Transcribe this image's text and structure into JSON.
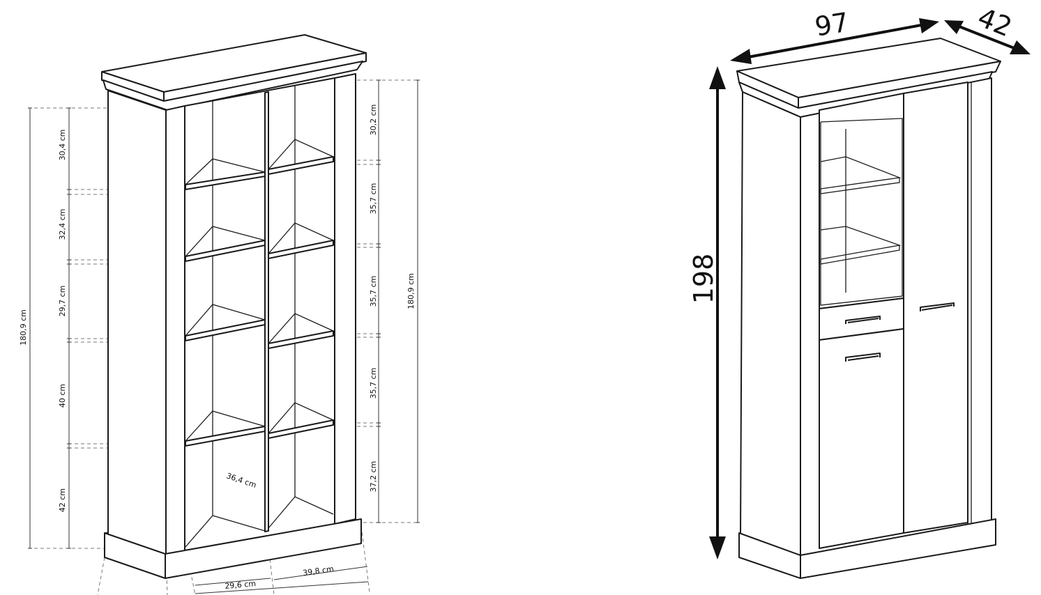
{
  "left_drawing": {
    "left_total": "180,9 cm",
    "left_shelves": [
      "30,4 cm",
      "32,4 cm",
      "29,7 cm",
      "40 cm",
      "42 cm"
    ],
    "right_total": "180,9 cm",
    "right_shelves": [
      "30,2 cm",
      "35,7 cm",
      "35,7 cm",
      "35,7 cm",
      "37,2 cm"
    ],
    "depth": "36,4 cm",
    "width_left": "29,6 cm",
    "width_right": "39,8 cm"
  },
  "right_drawing": {
    "width": "97",
    "depth": "42",
    "height": "198"
  }
}
